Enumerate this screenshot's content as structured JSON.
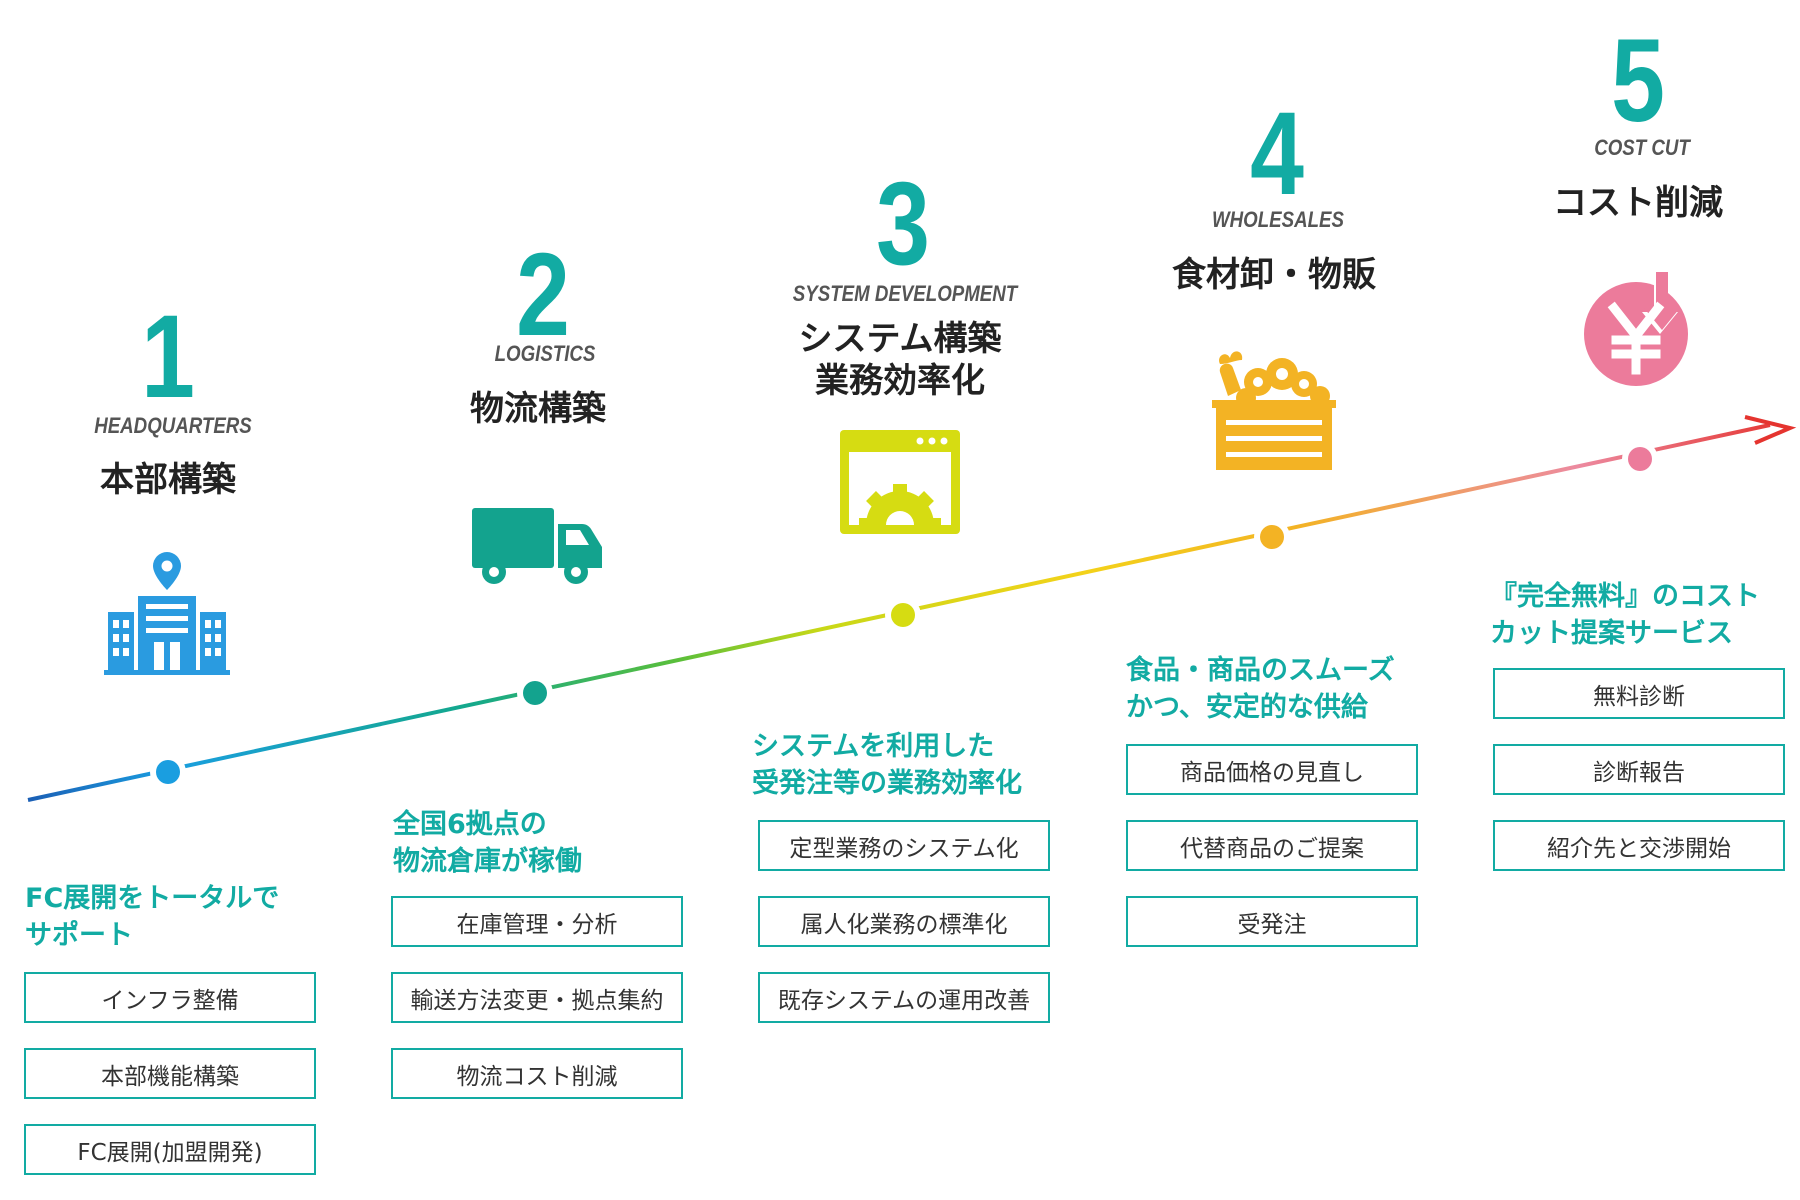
{
  "steps": [
    {
      "number": "1",
      "en": "HEADQUARTERS",
      "ja": "本部構築",
      "icon": "office-building-location-icon",
      "heading": "FC展開をトータルで\nサポート",
      "items": [
        "インフラ整備",
        "本部機能構築",
        "FC展開(加盟開発)"
      ],
      "dot_color": "#1a9ee0"
    },
    {
      "number": "2",
      "en": "LOGISTICS",
      "ja": "物流構築",
      "icon": "delivery-truck-icon",
      "heading": "全国6拠点の\n物流倉庫が稼働",
      "items": [
        "在庫管理・分析",
        "輸送方法変更・拠点集約",
        "物流コスト削減"
      ],
      "dot_color": "#13a38e"
    },
    {
      "number": "3",
      "en": "SYSTEM DEVELOPMENT",
      "ja": "システム構築\n業務効率化",
      "icon": "browser-gear-icon",
      "heading": "システムを利用した\n受発注等の業務効率化",
      "items": [
        "定型業務のシステム化",
        "属人化業務の標準化",
        "既存システムの運用改善"
      ],
      "dot_color": "#d6dc12"
    },
    {
      "number": "4",
      "en": "WHOLESALES",
      "ja": "食材卸・物販",
      "icon": "vegetable-crate-icon",
      "heading": "食品・商品のスムーズ\nかつ、安定的な供給",
      "items": [
        "商品価格の見直し",
        "代替商品のご提案",
        "受発注"
      ],
      "dot_color": "#f3b324"
    },
    {
      "number": "5",
      "en": "COST CUT",
      "ja": "コスト削減",
      "icon": "yen-down-arrow-icon",
      "heading": "『完全無料』のコスト\nカット提案サービス",
      "items": [
        "無料診断",
        "診断報告",
        "紹介先と交渉開始"
      ],
      "dot_color": "#ec7b9b"
    }
  ],
  "colors": {
    "accent": "#12aba3",
    "line_start": "#1b5fb5",
    "line_end": "#e5342f",
    "truck": "#13a38e",
    "browser": "#d6dc12",
    "crate": "#f3b324",
    "yen": "#ec7b9b",
    "building": "#2a9be0"
  }
}
